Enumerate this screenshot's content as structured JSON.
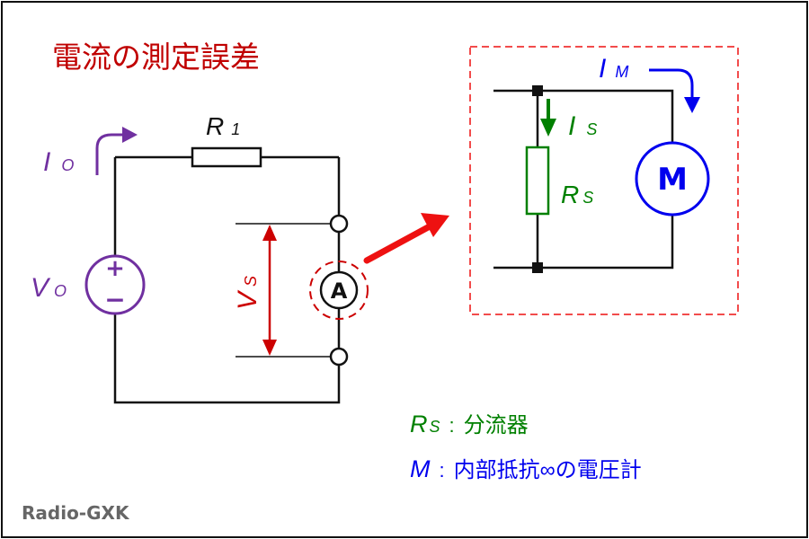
{
  "title": "電流の測定誤差",
  "source_label": "Radio-GXK",
  "colors": {
    "title": "#c00000",
    "purple": "#7030a0",
    "red": "#cc0000",
    "green": "#008000",
    "blue": "#0000ee",
    "wire": "#111111"
  },
  "main_circuit": {
    "resistor_label": {
      "main": "R",
      "sub": "1"
    },
    "source_current_label": {
      "main": "I",
      "sub": "O"
    },
    "source_voltage_label": {
      "main": "V",
      "sub": "O"
    },
    "source_plus": "+",
    "source_minus": "−",
    "shunt_voltage_label": {
      "main": "V",
      "sub": "S"
    },
    "ammeter_symbol": "A"
  },
  "ammeter_detail": {
    "meter_current_label": {
      "main": "I",
      "sub": "M"
    },
    "shunt_current_label": {
      "main": "I",
      "sub": "S"
    },
    "shunt_resistor_label": {
      "main": "R",
      "sub": "S"
    },
    "meter_symbol": "M"
  },
  "legend": [
    {
      "symbol": "R",
      "sub": "S",
      "separator": ":",
      "text": "分流器",
      "color": "green"
    },
    {
      "symbol": "M",
      "sub": "",
      "separator": ":",
      "text": "内部抵抗∞の電圧計",
      "color": "blue"
    }
  ]
}
